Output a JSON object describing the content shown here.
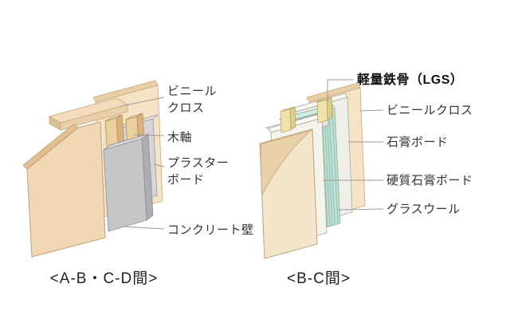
{
  "figure": {
    "left": {
      "caption": "<A-B・C-D間>",
      "labels": {
        "vinyl_cloth": "ビニール\nクロス",
        "wood_frame": "木軸",
        "plasterboard": "プラスター\nボード",
        "concrete_wall": "コンクリート壁"
      }
    },
    "right": {
      "caption": "<B-C間>",
      "labels": {
        "lgs": "軽量鉄骨（LGS）",
        "vinyl_cloth": "ビニールクロス",
        "gypsum_board": "石膏ボード",
        "hard_gypsum_board": "硬質石膏ボード",
        "glass_wool": "グラスウール"
      }
    },
    "colors": {
      "panel_beige": "#f1d8b5",
      "panel_cream": "#f6e3c6",
      "wood": "#eccf9e",
      "concrete_gray": "#c6c5c8",
      "plasterboard_gray": "#d6d5d8",
      "glass_wool_teal": "#bfe0d5",
      "lgs_yellow": "#efe3ab",
      "leader_line": "#999999",
      "text": "#333333",
      "background": "#ffffff"
    }
  }
}
